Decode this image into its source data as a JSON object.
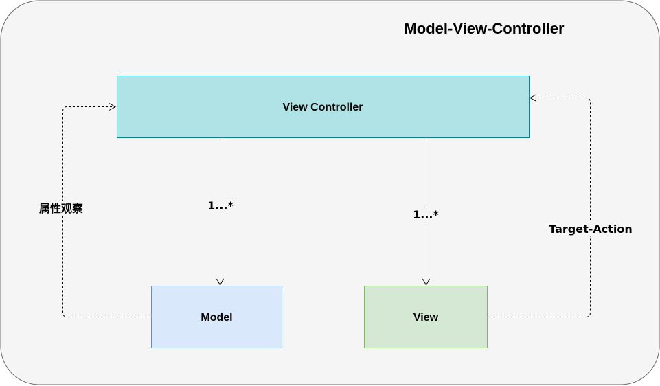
{
  "diagram": {
    "title": "Model-View-Controller",
    "nodes": {
      "view_controller": "View Controller",
      "model": "Model",
      "view": "View"
    },
    "edges": {
      "vc_to_model": "1...*",
      "vc_to_view": "1...*",
      "model_to_vc": "属性观察",
      "view_to_vc": "Target-Action"
    },
    "colors": {
      "container_fill": "#f5f5f5",
      "container_stroke": "#666666",
      "view_controller_fill": "#b0e3e6",
      "view_controller_stroke": "#0e8088",
      "model_fill": "#dae8fc",
      "model_stroke": "#6c8ebf",
      "view_fill": "#d5e8d4",
      "view_stroke": "#82b366",
      "edge": "#000000"
    }
  }
}
